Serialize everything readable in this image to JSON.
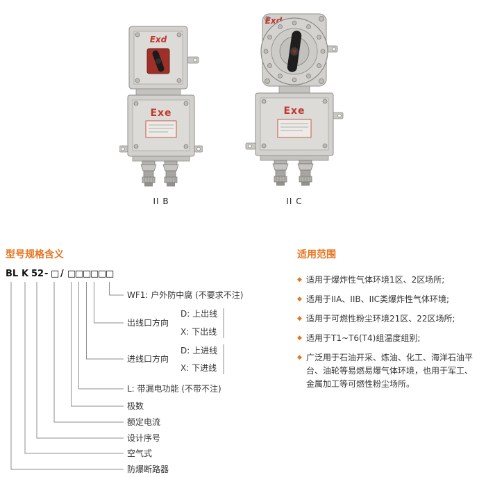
{
  "products": [
    {
      "caption": "II B",
      "top_mark": "Exd",
      "body_mark": "Exe"
    },
    {
      "caption": "II C",
      "top_mark": "Exd",
      "body_mark": "Exe"
    }
  ],
  "model_section": {
    "title": "型号规格含义",
    "code_parts": [
      "BL",
      "K",
      "52",
      "-",
      "□",
      "/",
      "□",
      "□",
      "□",
      "□",
      "□",
      "□"
    ],
    "labels": {
      "wf1": "WF1: 户外防中腐 (不要求不注)",
      "outlet_name": "出线口方向",
      "outlet_d": "D: 上出线",
      "outlet_x": "X: 下出线",
      "inlet_name": "进线口方向",
      "inlet_d": "D: 上进线",
      "inlet_x": "X: 下进线",
      "leakage": "L: 带漏电功能 (不带不注)",
      "poles": "极数",
      "rated_current": "额定电流",
      "design_serial": "设计序号",
      "air_type": "空气式",
      "breaker": "防爆断路器"
    }
  },
  "application_section": {
    "title": "适用范围",
    "bullet": "◆",
    "items": [
      "适用于爆炸性气体环境1区、2区场所;",
      "适用于IIA、IIB、IIC类爆炸性气体环境;",
      "适用于可燃性粉尘环境21区、22区场所;",
      "适用于T1~T6(T4)组温度组别;",
      "广泛用于石油开采、炼油、化工、海洋石油平台、油轮等易燃易爆气体环境，也用于军工、金属加工等可燃性粉尘场所。"
    ]
  },
  "colors": {
    "accent": "#e6731e",
    "mark_red": "#c2372b",
    "line": "#8c8c8c"
  }
}
